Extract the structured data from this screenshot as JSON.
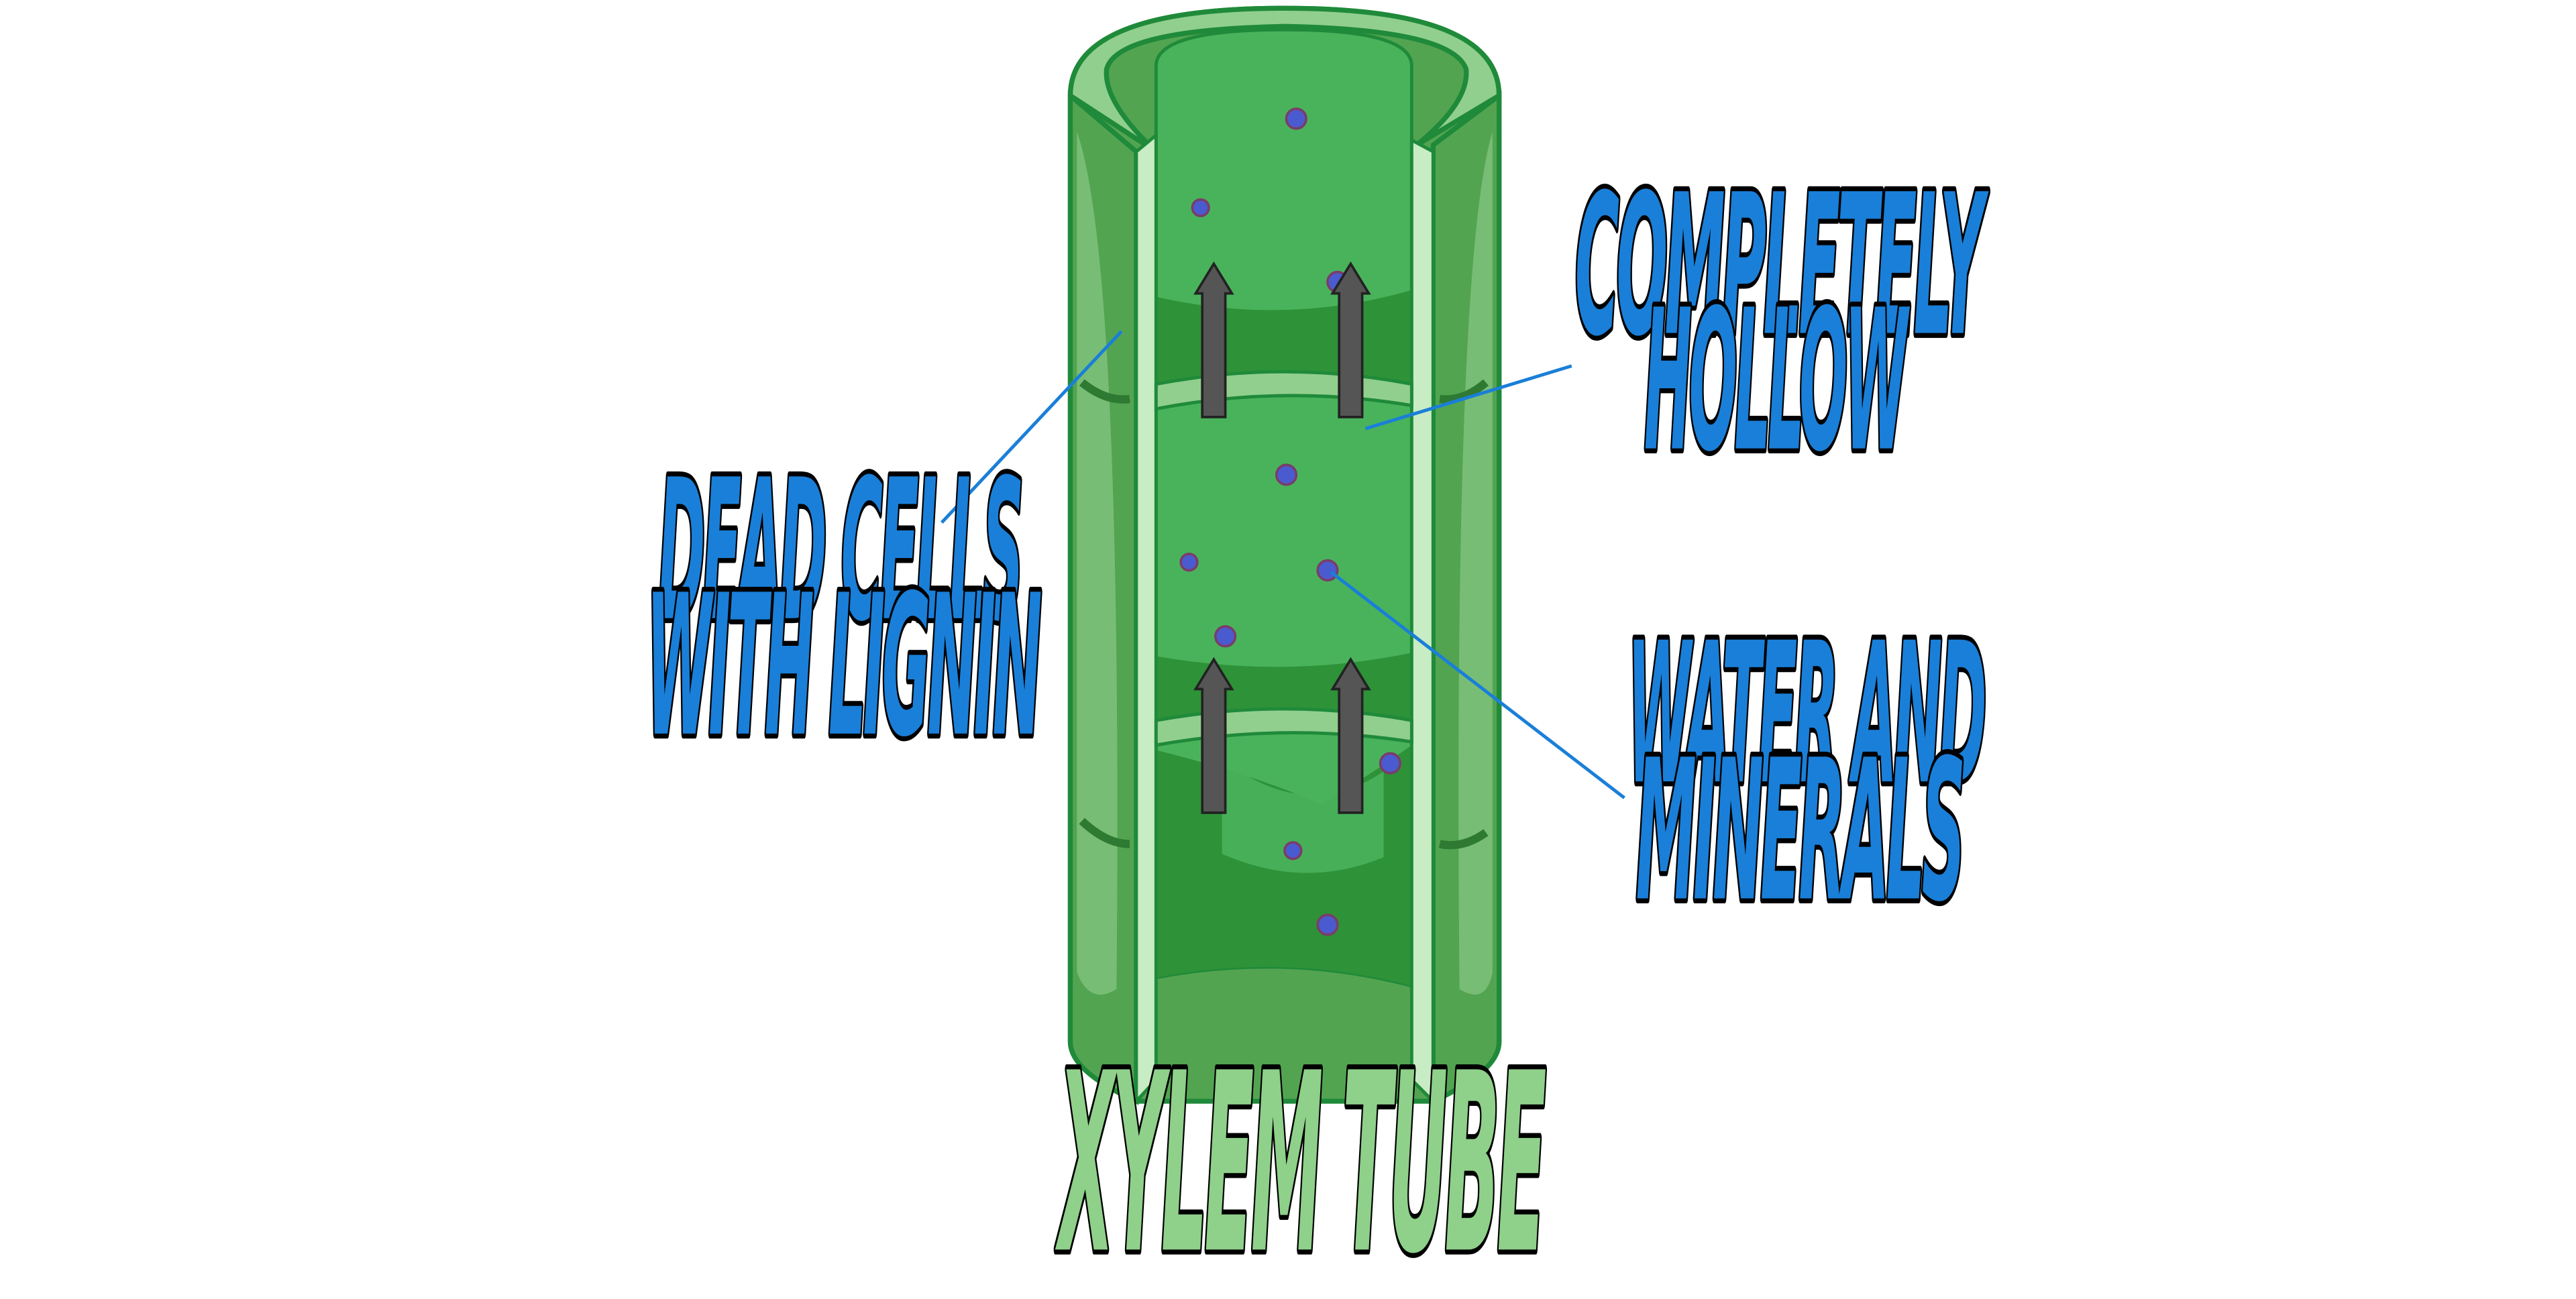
{
  "diagram": {
    "title": "XYLEM TUBE",
    "labels": {
      "wall": [
        "DEAD CELLS",
        "WITH LIGNIN"
      ],
      "hollow": [
        "COMPLETELY",
        "HOLLOW"
      ],
      "contents": [
        "WATER AND",
        "MINERALS"
      ]
    },
    "colors": {
      "label_text": "#1a7fd8",
      "title_text": "#8fd08a",
      "leader_line": "#1a7fd8",
      "tube_outline": "#1f8a3a",
      "tube_inner": "#49b35c",
      "tube_dark": "#2e9238",
      "wall_light": "#91cf8e",
      "arrow_fill": "#555555",
      "particle_fill": "#4a5bd0"
    },
    "icons": [
      "up-arrow-icon",
      "particle-icon"
    ]
  }
}
